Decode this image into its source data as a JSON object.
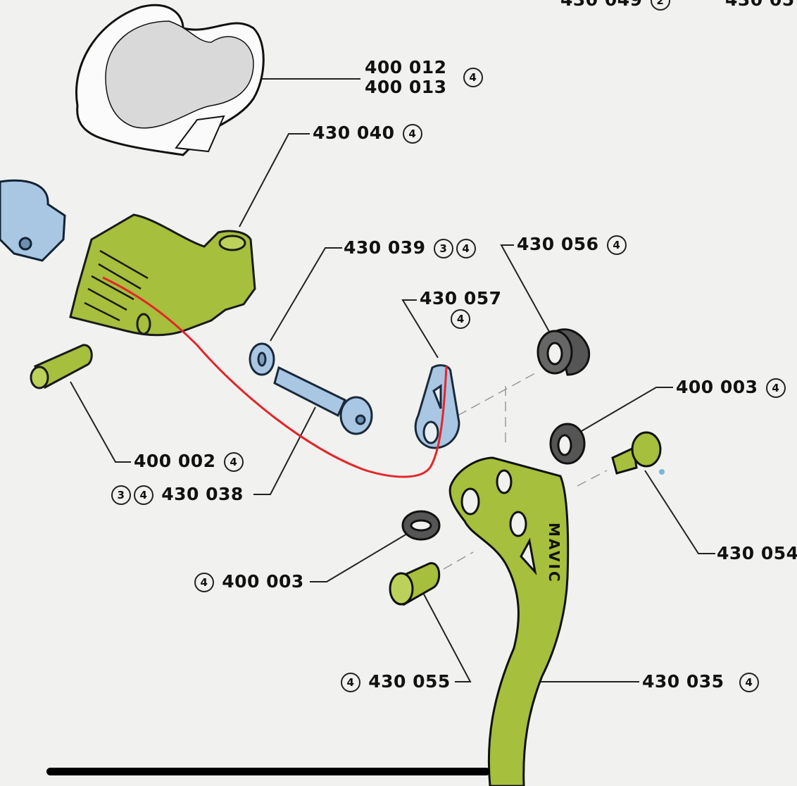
{
  "diagram": {
    "title": "Mavic brake lever exploded parts view",
    "brand_mark": "MAVIC",
    "colors": {
      "background": "#f1f1ef",
      "part_green": "#a6bf3c",
      "part_blue": "#a9c6e3",
      "part_dark": "#4a4a4a",
      "annotation_red": "#e3262b",
      "ink": "#111111"
    },
    "labels": [
      {
        "id": "top-cut-1",
        "part_number": "430 049",
        "qty": [
          "2"
        ]
      },
      {
        "id": "top-cut-2",
        "part_number": "430 05",
        "qty": []
      },
      {
        "id": "hood",
        "part_number_lines": [
          "400 012",
          "400 013"
        ],
        "qty": [
          "4"
        ]
      },
      {
        "id": "lever-body",
        "part_number": "430 040",
        "qty": [
          "4"
        ]
      },
      {
        "id": "washer",
        "part_number": "430 039",
        "qty": [
          "3",
          "4"
        ]
      },
      {
        "id": "bushing-dark",
        "part_number": "430 056",
        "qty": [
          "4"
        ]
      },
      {
        "id": "cable-clevis",
        "part_number": "430 057",
        "qty": [
          "4"
        ]
      },
      {
        "id": "seal-right",
        "part_number": "400 003",
        "qty": [
          "4"
        ]
      },
      {
        "id": "pivot-pin",
        "part_number": "400 002",
        "qty": [
          "4"
        ]
      },
      {
        "id": "bolt",
        "part_number": "430 038",
        "qty": [
          "3",
          "4"
        ]
      },
      {
        "id": "adjust-screw",
        "part_number": "430 054",
        "qty": []
      },
      {
        "id": "seal-left",
        "part_number": "400 003",
        "qty": [
          "4"
        ]
      },
      {
        "id": "sleeve",
        "part_number": "430 055",
        "qty": [
          "4"
        ]
      },
      {
        "id": "blade",
        "part_number": "430 035",
        "qty": [
          "4"
        ]
      }
    ]
  },
  "annotation": {
    "type": "hand-drawn red line",
    "color": "#e3262b"
  },
  "system": {
    "home_indicator": "home-indicator"
  }
}
